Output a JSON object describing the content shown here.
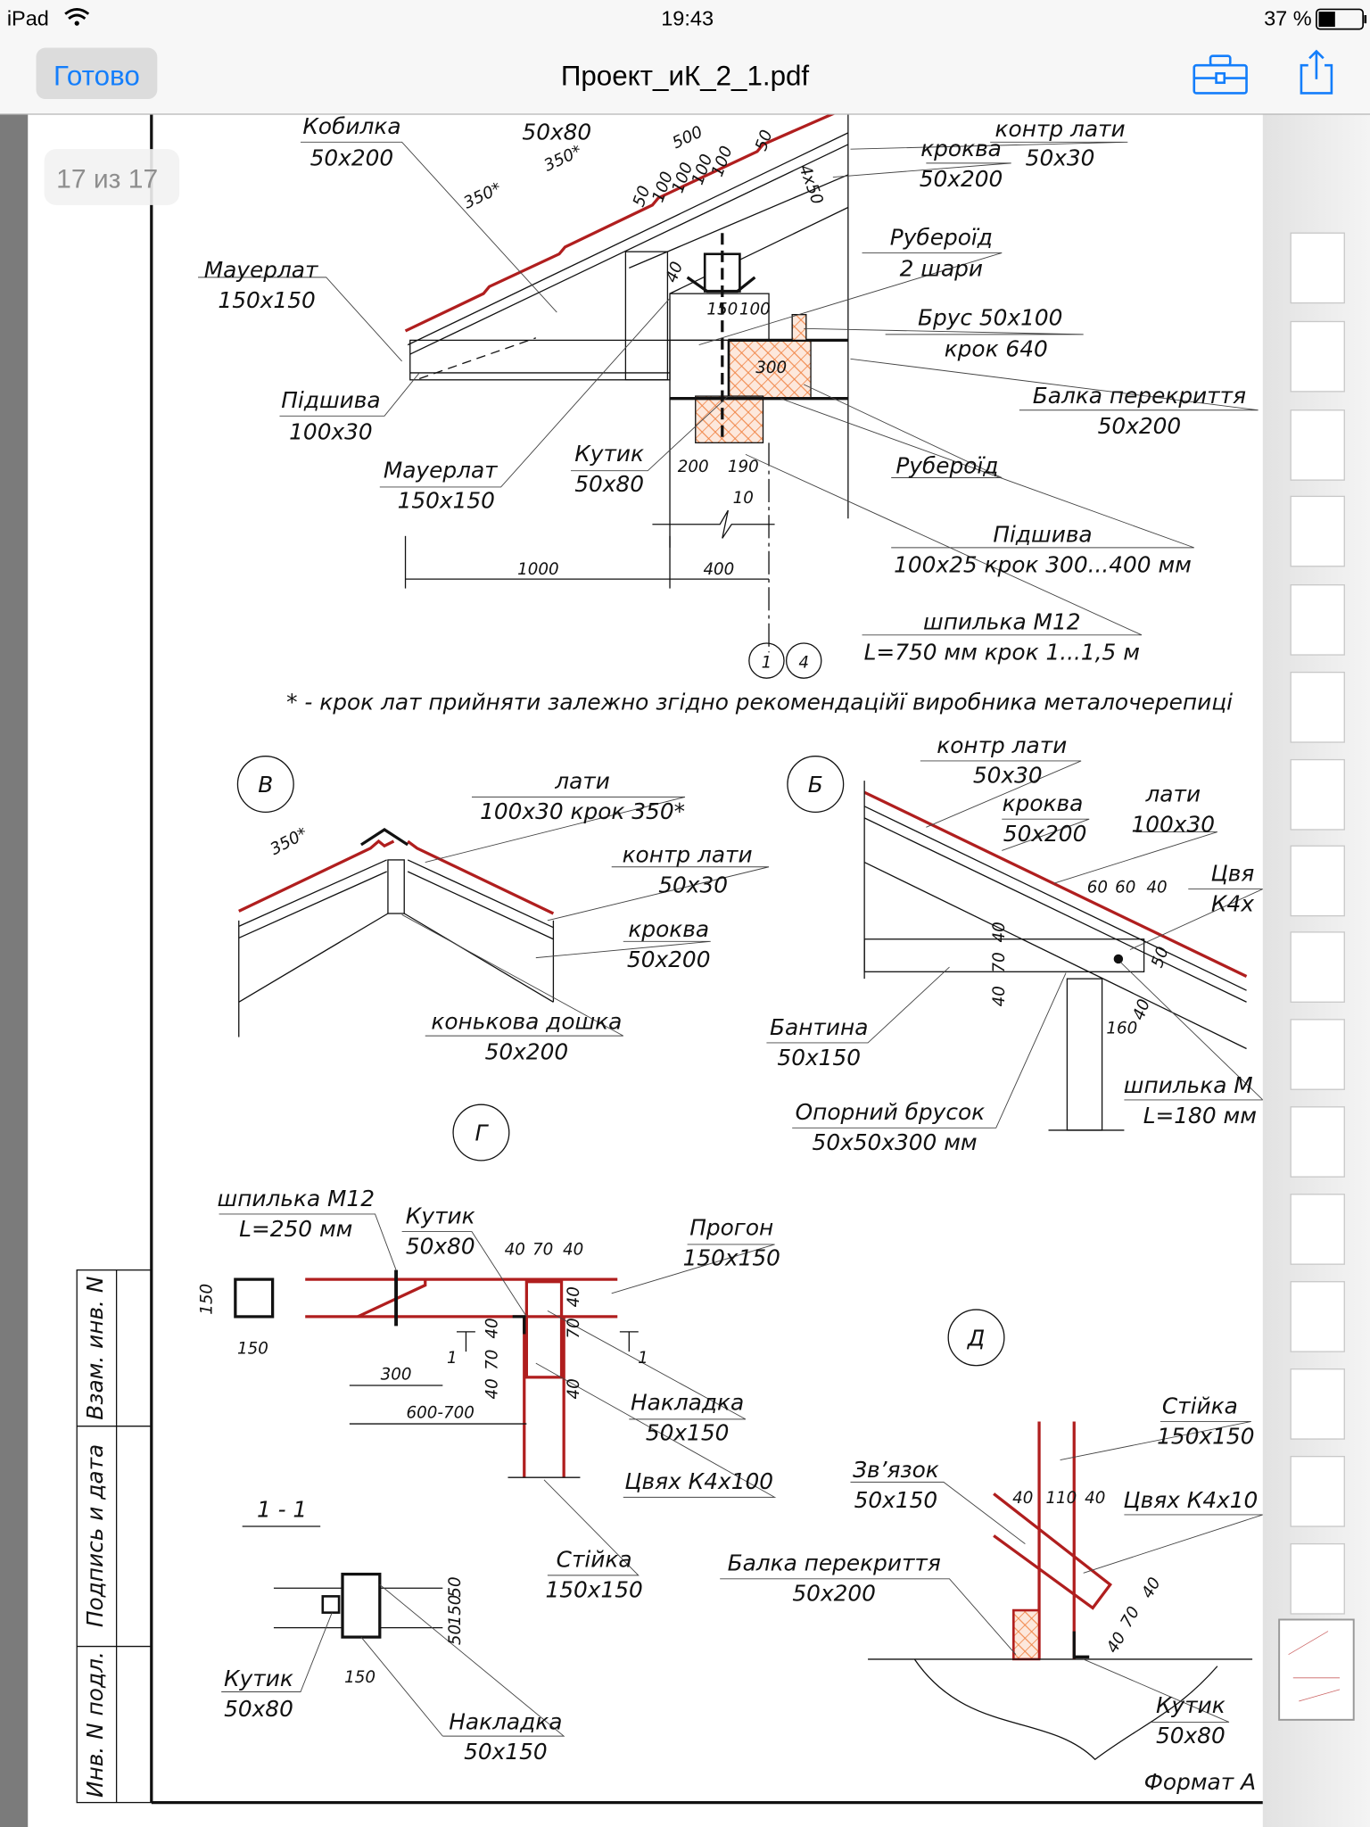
{
  "status_bar": {
    "device": "iPad",
    "time": "19:43",
    "battery": "37 %"
  },
  "nav": {
    "done_label": "Готово",
    "title": "Проект_иК_2_1.pdf",
    "toolbox_icon": "toolbox-icon",
    "share_icon": "share-icon"
  },
  "page_indicator": "17 из 17",
  "colors": {
    "accent": "#147efb",
    "roof_red": "#b01e1e",
    "hatch_orange": "#f08040"
  },
  "top_detail": {
    "kobylka": [
      "Кобилка",
      "50x200"
    ],
    "partial_top": "50x80",
    "kontr_laty": [
      "контр лати",
      "50x30"
    ],
    "krokva": [
      "кроква",
      "50x200"
    ],
    "mauerlat1": [
      "Мауерлат",
      "150x150"
    ],
    "ruberoid2": [
      "Рубероїд",
      "2 шари"
    ],
    "brus": [
      "Брус 50x100",
      "крок 640"
    ],
    "balka": [
      "Балка перекриття",
      "50x200"
    ],
    "pidshyva1": [
      "Підшива",
      "100x30"
    ],
    "mauerlat2": [
      "Мауерлат",
      "150x150"
    ],
    "kutyk": [
      "Кутик",
      "50x80"
    ],
    "ruberoid": "Рубероїд",
    "pidshyva2": [
      "Підшива",
      "100x25 крок 300...400 мм"
    ],
    "shpylka": [
      "шпилька М12",
      "L=750 мм крок 1...1,5 м"
    ],
    "dims": [
      "500",
      "350*",
      "350*",
      "50",
      "100",
      "100",
      "100",
      "100",
      "50",
      "4x50",
      "40",
      "150",
      "100",
      "300",
      "200",
      "190",
      "10",
      "1000",
      "400"
    ],
    "axes": [
      "1",
      "4"
    ],
    "footnote": "* - крок лат прийняти залежно згідно рекомендаційї виробника металочерепиці"
  },
  "detail_v": {
    "marker": "В",
    "laty": [
      "лати",
      "100x30 крок 350*"
    ],
    "kontr_laty": [
      "контр лати",
      "50x30"
    ],
    "krokva": [
      "кроква",
      "50x200"
    ],
    "konkova": [
      "конькова дошка",
      "50x200"
    ],
    "dim": "350*"
  },
  "detail_b": {
    "marker": "Б",
    "kontr_laty": [
      "контр лати",
      "50x30"
    ],
    "krokva": [
      "кроква",
      "50x200"
    ],
    "laty": [
      "лати",
      "100x30"
    ],
    "tsviakh": [
      "Цвя",
      "К4х"
    ],
    "bantyna": [
      "Бантина",
      "50x150"
    ],
    "brusok": [
      "Опорний брусок",
      "50x50x300 мм"
    ],
    "shpylka": [
      "шпилька М",
      "L=180 мм"
    ],
    "dims": [
      "60",
      "60",
      "40",
      "40",
      "70",
      "40",
      "50",
      "160",
      "40"
    ]
  },
  "detail_g": {
    "marker": "Г",
    "shpylka": [
      "шпилька М12",
      "L=250 мм"
    ],
    "kutyk": [
      "Кутик",
      "50x80"
    ],
    "progon": [
      "Прогон",
      "150x150"
    ],
    "nakladka": [
      "Накладка",
      "50x150"
    ],
    "tsviakh": "Цвях К4х100",
    "stiyka": [
      "Стійка",
      "150x150"
    ],
    "dims": [
      "150",
      "150",
      "40",
      "70",
      "40",
      "300",
      "600-700",
      "40",
      "70",
      "40",
      "40",
      "70",
      "40"
    ],
    "section_marks": [
      "1",
      "1"
    ]
  },
  "section_11": {
    "title": "1 - 1",
    "kutyk": [
      "Кутик",
      "50x80"
    ],
    "nakladka": [
      "Накладка",
      "50x150"
    ],
    "dims": [
      "150",
      "50",
      "150",
      "50"
    ]
  },
  "detail_d": {
    "marker": "Д",
    "stiyka": [
      "Стійка",
      "150x150"
    ],
    "zviazok": [
      "Зв’язок",
      "50x150"
    ],
    "tsviakh": "Цвях К4х10",
    "balka": [
      "Балка перекриття",
      "50x200"
    ],
    "kutyk": [
      "Кутик",
      "50x80"
    ],
    "dims": [
      "40",
      "110",
      "40",
      "40",
      "70",
      "40"
    ]
  },
  "title_block": {
    "vzam": "Взам. инв. N",
    "pidpys": "Подпись и дата",
    "inv": "Инв. N подл.",
    "format": "Формат А"
  }
}
